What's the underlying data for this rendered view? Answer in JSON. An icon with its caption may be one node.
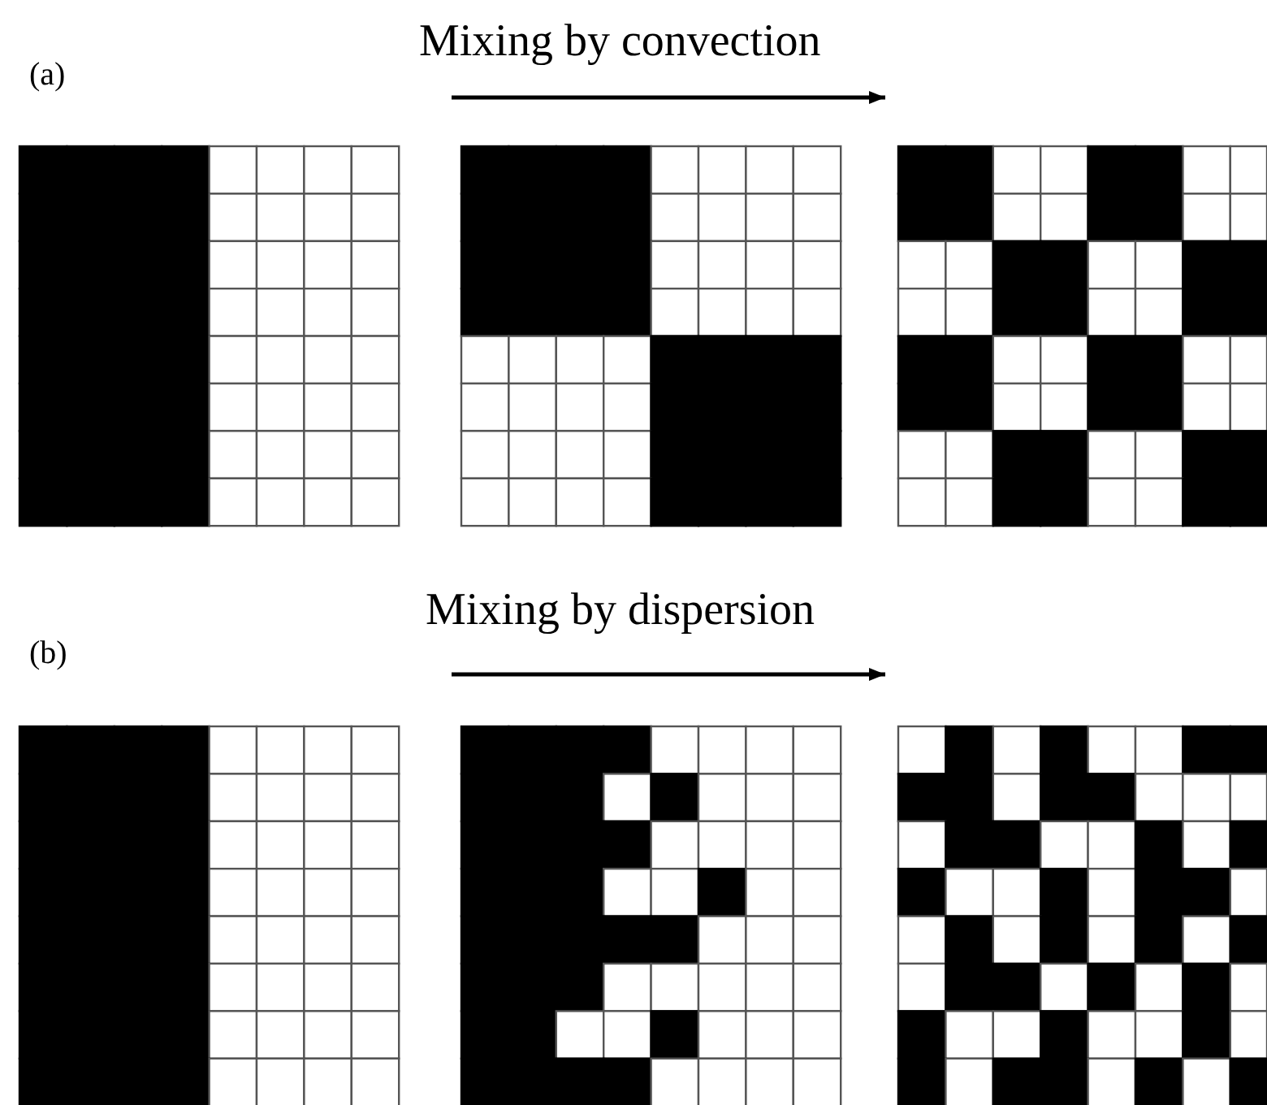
{
  "diagram": {
    "labels": [
      "(a)",
      "Mixing by convection",
      "(b)",
      "Mixing by dispersion"
    ]
  }
}
